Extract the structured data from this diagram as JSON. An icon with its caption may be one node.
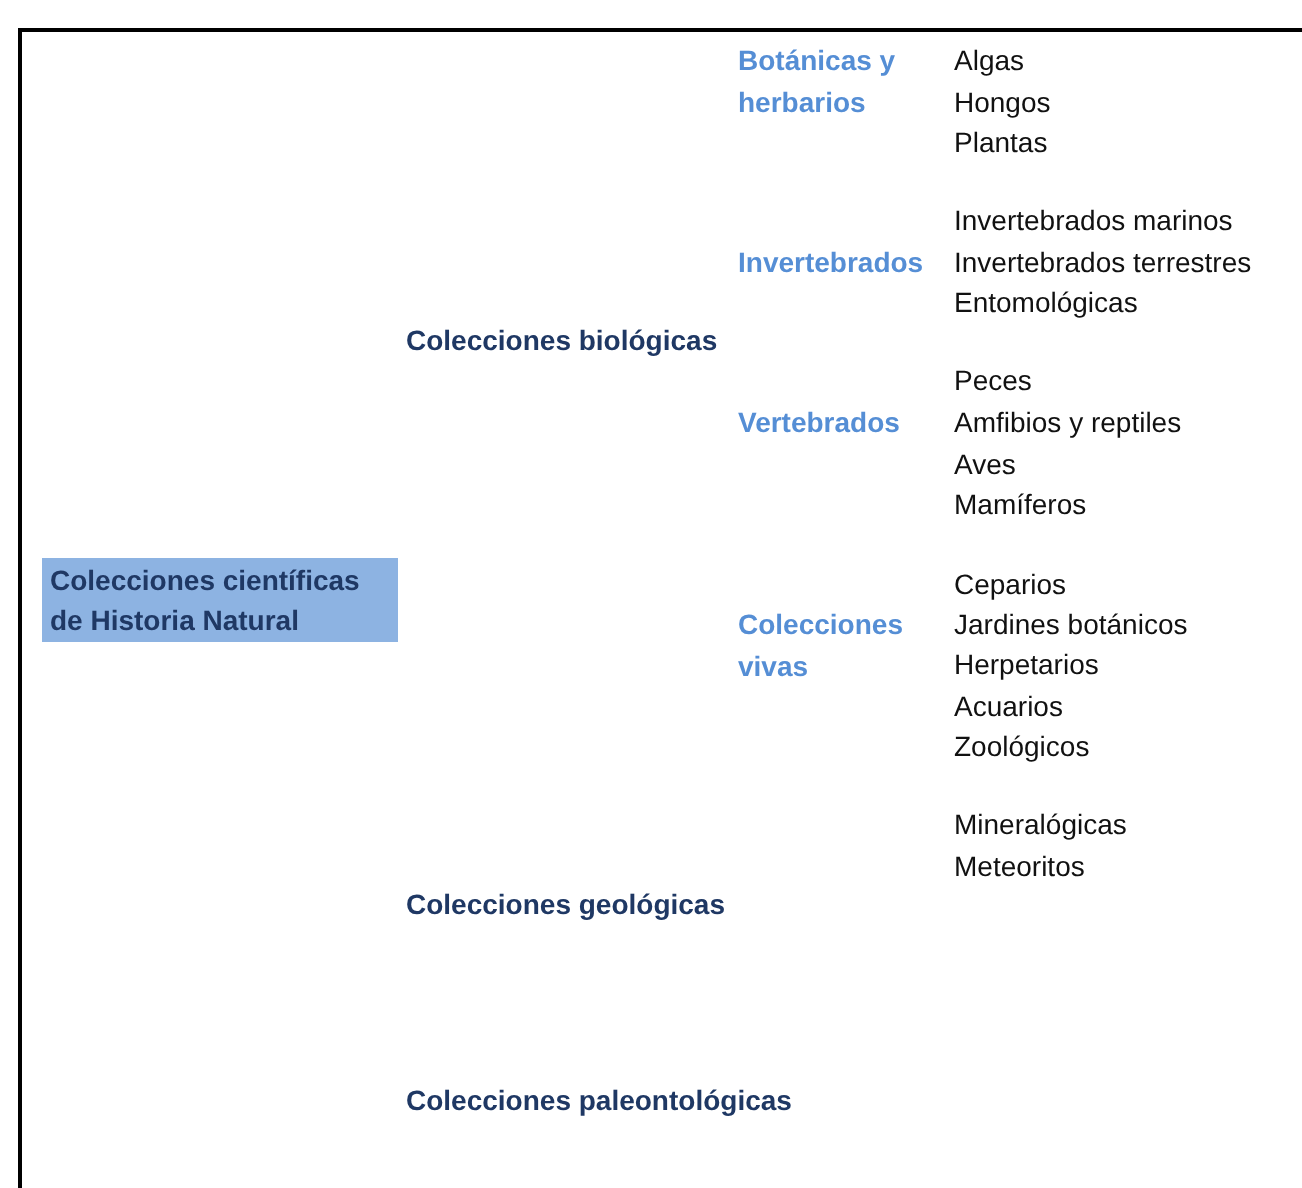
{
  "diagram": {
    "nodes": [
      {
        "text": [
          "Colecciones científicas de Historia Natural"
        ]
      }
    ],
    "labels": [
      "Botánicas y herbarios",
      "Algas",
      "Hongos",
      "Plantas",
      "Invertebrados marinos",
      "Invertebrados",
      "Invertebrados terrestres",
      "Entomológicas",
      "Colecciones biológicas",
      "Peces",
      "Vertebrados",
      "Amfibios y reptiles",
      "Aves",
      "Mamíferos",
      "Ceparios",
      "Colecciones vivas",
      "Jardines botánicos",
      "Herpetarios",
      "Acuarios",
      "Zoológicos",
      "Mineralógicas",
      "Meteoritos",
      "Colecciones geológicas",
      "Colecciones paleontológicas"
    ]
  }
}
